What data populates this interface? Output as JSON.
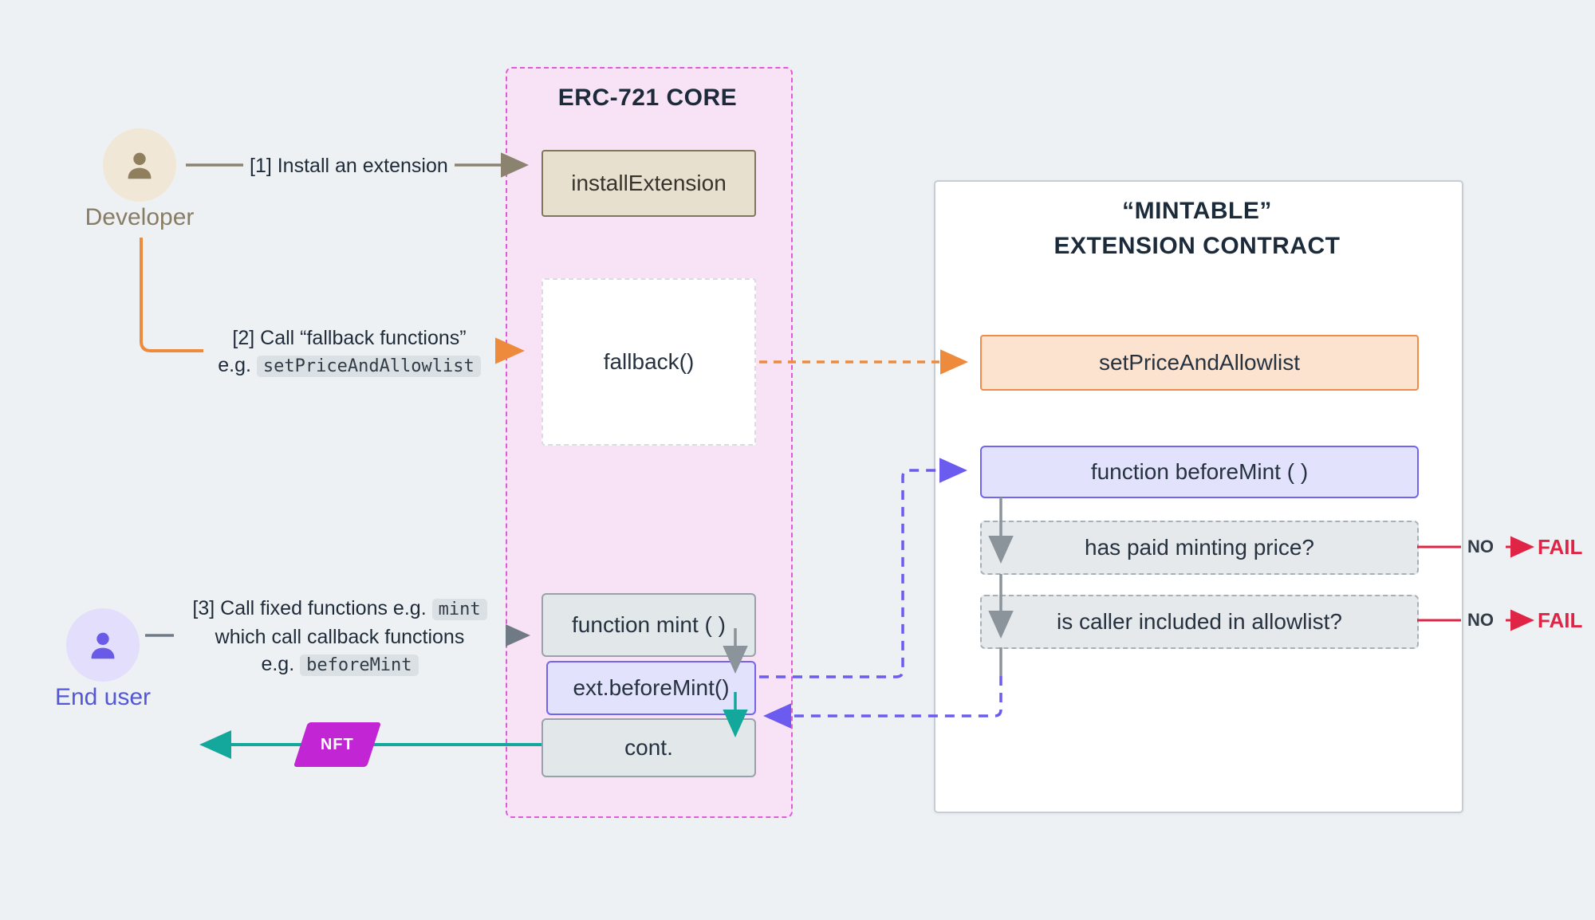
{
  "page": {
    "bg": "#edf1f4"
  },
  "actors": {
    "developer": {
      "label": "Developer"
    },
    "end_user": {
      "label": "End user"
    }
  },
  "annotations": {
    "step1": "[1] Install an extension",
    "step2": {
      "line1": "[2] Call “fallback functions”",
      "prefix": "e.g.",
      "code": "setPriceAndAllowlist"
    },
    "step3": {
      "line1_prefix": "[3] Call fixed functions e.g.",
      "code1": "mint",
      "line2": "which call callback functions",
      "line3_prefix": "e.g.",
      "code2": "beforeMint"
    }
  },
  "core": {
    "title": "ERC-721 CORE",
    "install_box": "installExtension",
    "fallback_box": "fallback()",
    "mint_box": "function mint ( )",
    "ext_before_mint_box": "ext.beforeMint()",
    "cont_box": "cont."
  },
  "extension": {
    "title_line1": "“MINTABLE”",
    "title_line2": "EXTENSION CONTRACT",
    "set_price_box": "setPriceAndAllowlist",
    "before_mint_box": "function beforeMint ( )",
    "check_price_box": "has paid minting price?",
    "check_allowlist_box": "is caller included in allowlist?"
  },
  "outcomes": {
    "no_label": "NO",
    "fail_label": "FAIL"
  },
  "nft_badge": "NFT",
  "colors": {
    "background": "#edf1f4",
    "core_bg": "#f8e2f5",
    "core_border": "#e25ad8",
    "orange": "#ee8a3c",
    "purple": "#6b5bef",
    "teal": "#14a89c",
    "red": "#e02446",
    "tan_arrow": "#8c8270",
    "gray_arrow": "#707a85",
    "badge_magenta": "#c226d4"
  }
}
